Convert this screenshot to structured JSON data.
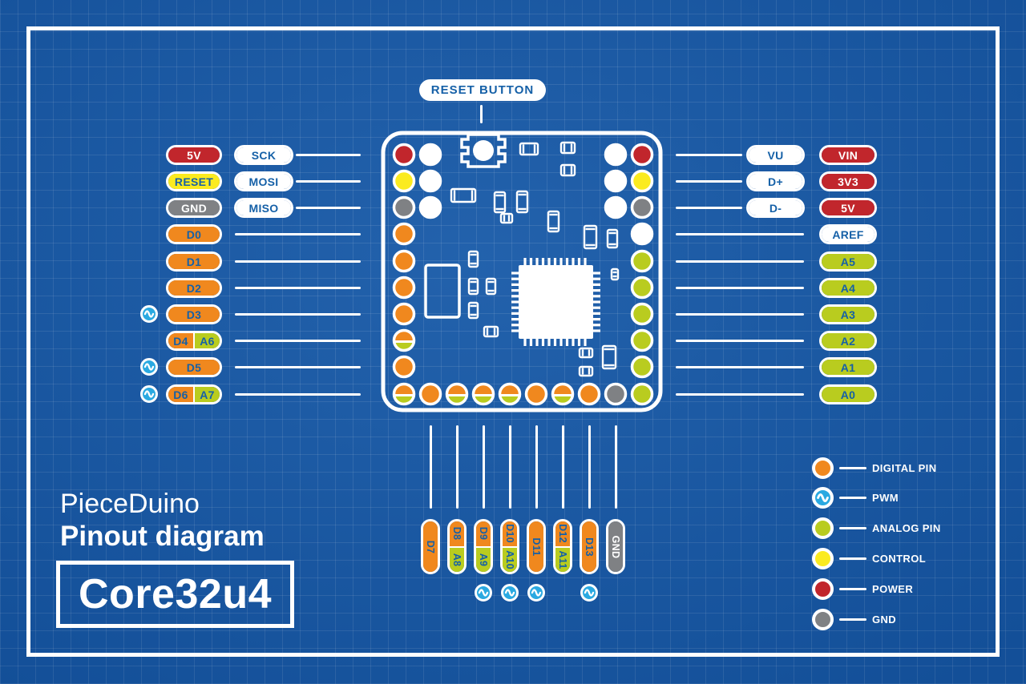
{
  "colors": {
    "background": "#1558A7",
    "grid_line": "#2E6FB8",
    "digital": "#F0881E",
    "analog": "#B9CC1F",
    "control": "#FBEB1F",
    "power": "#C1262C",
    "gnd": "#7F8184",
    "pwm": "#2AA9E1",
    "label_text": "#1560A7",
    "line_white": "#FFFFFF"
  },
  "reset_callout": {
    "label": "RESET BUTTON"
  },
  "pins": {
    "left": [
      {
        "pin": [
          {
            "label": "5V",
            "type": "power"
          }
        ],
        "bus": "SCK",
        "pwm": false
      },
      {
        "pin": [
          {
            "label": "RESET",
            "type": "control"
          }
        ],
        "bus": "MOSI",
        "pwm": false
      },
      {
        "pin": [
          {
            "label": "GND",
            "type": "gnd"
          }
        ],
        "bus": "MISO",
        "pwm": false
      },
      {
        "pin": [
          {
            "label": "D0",
            "type": "digital"
          }
        ],
        "pwm": false
      },
      {
        "pin": [
          {
            "label": "D1",
            "type": "digital"
          }
        ],
        "pwm": false
      },
      {
        "pin": [
          {
            "label": "D2",
            "type": "digital"
          }
        ],
        "pwm": false
      },
      {
        "pin": [
          {
            "label": "D3",
            "type": "digital"
          }
        ],
        "pwm": true
      },
      {
        "pin": [
          {
            "label": "D4",
            "type": "digital"
          },
          {
            "label": "A6",
            "type": "analog"
          }
        ],
        "pwm": false
      },
      {
        "pin": [
          {
            "label": "D5",
            "type": "digital"
          }
        ],
        "pwm": true
      },
      {
        "pin": [
          {
            "label": "D6",
            "type": "digital"
          },
          {
            "label": "A7",
            "type": "analog"
          }
        ],
        "pwm": true
      }
    ],
    "right": [
      {
        "bus": "VU",
        "pin": [
          {
            "label": "VIN",
            "type": "power"
          }
        ]
      },
      {
        "bus": "D+",
        "pin": [
          {
            "label": "3V3",
            "type": "power"
          }
        ]
      },
      {
        "bus": "D-",
        "pin": [
          {
            "label": "5V",
            "type": "power"
          }
        ]
      },
      {
        "pin": [
          {
            "label": "AREF",
            "type": "plain"
          }
        ]
      },
      {
        "pin": [
          {
            "label": "A5",
            "type": "analog"
          }
        ]
      },
      {
        "pin": [
          {
            "label": "A4",
            "type": "analog"
          }
        ]
      },
      {
        "pin": [
          {
            "label": "A3",
            "type": "analog"
          }
        ]
      },
      {
        "pin": [
          {
            "label": "A2",
            "type": "analog"
          }
        ]
      },
      {
        "pin": [
          {
            "label": "A1",
            "type": "analog"
          }
        ]
      },
      {
        "pin": [
          {
            "label": "A0",
            "type": "analog"
          }
        ]
      }
    ],
    "bottom": [
      {
        "pin": [
          {
            "label": "D7",
            "type": "digital"
          }
        ],
        "pwm": false
      },
      {
        "pin": [
          {
            "label": "D8",
            "type": "digital"
          },
          {
            "label": "A8",
            "type": "analog"
          }
        ],
        "pwm": false
      },
      {
        "pin": [
          {
            "label": "D9",
            "type": "digital"
          },
          {
            "label": "A9",
            "type": "analog"
          }
        ],
        "pwm": true
      },
      {
        "pin": [
          {
            "label": "D10",
            "type": "digital"
          },
          {
            "label": "A10",
            "type": "analog"
          }
        ],
        "pwm": true
      },
      {
        "pin": [
          {
            "label": "D11",
            "type": "digital"
          }
        ],
        "pwm": true
      },
      {
        "pin": [
          {
            "label": "D12",
            "type": "digital"
          },
          {
            "label": "A11",
            "type": "analog"
          }
        ],
        "pwm": false
      },
      {
        "pin": [
          {
            "label": "D13",
            "type": "digital"
          }
        ],
        "pwm": true
      },
      {
        "pin": [
          {
            "label": "GND",
            "type": "gnd"
          }
        ],
        "pwm": false
      }
    ]
  },
  "board_pads": {
    "left_outer": [
      "power",
      "control",
      "gnd",
      "digital",
      "digital",
      "digital",
      "digital",
      "digital+analog",
      "digital"
    ],
    "left_inner": [
      "plain",
      "plain",
      "plain"
    ],
    "right_outer": [
      "power",
      "control",
      "gnd",
      "plain",
      "analog",
      "analog",
      "analog",
      "analog",
      "analog"
    ],
    "right_inner": [
      "plain",
      "plain",
      "plain"
    ],
    "bottom": [
      "digital+analog",
      "digital",
      "digital+analog",
      "digital+analog",
      "digital+analog",
      "digital",
      "digital+analog",
      "digital",
      "gnd",
      "analog"
    ]
  },
  "legend": [
    {
      "label": "DIGITAL PIN",
      "type": "digital"
    },
    {
      "label": "PWM",
      "type": "pwm"
    },
    {
      "label": "ANALOG PIN",
      "type": "analog"
    },
    {
      "label": "CONTROL",
      "type": "control"
    },
    {
      "label": "POWER",
      "type": "power"
    },
    {
      "label": "GND",
      "type": "gnd"
    }
  ],
  "branding": {
    "line1": "PieceDuino",
    "line2": "Pinout diagram",
    "model": "Core32u4"
  }
}
